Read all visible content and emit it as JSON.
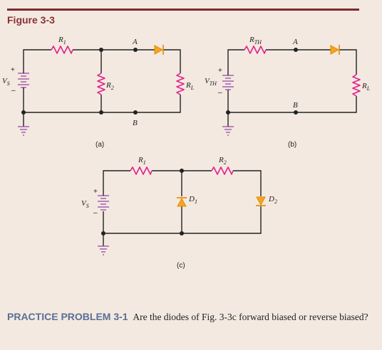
{
  "figure": {
    "title": "Figure 3-3"
  },
  "circuit_a": {
    "caption": "(a)",
    "source_label": "V",
    "source_sub": "S",
    "r1_label": "R",
    "r1_sub": "1",
    "r2_label": "R",
    "r2_sub": "2",
    "rl_label": "R",
    "rl_sub": "L",
    "node_a": "A",
    "node_b": "B",
    "plus": "+",
    "minus": "–"
  },
  "circuit_b": {
    "caption": "(b)",
    "source_label": "V",
    "source_sub": "TH",
    "rth_label": "R",
    "rth_sub": "TH",
    "rl_label": "R",
    "rl_sub": "L",
    "node_a": "A",
    "node_b": "B",
    "plus": "+",
    "minus": "–"
  },
  "circuit_c": {
    "caption": "(c)",
    "source_label": "V",
    "source_sub": "S",
    "r1_label": "R",
    "r1_sub": "1",
    "r2_label": "R",
    "r2_sub": "2",
    "d1_label": "D",
    "d1_sub": "1",
    "d2_label": "D",
    "d2_sub": "2",
    "plus": "+",
    "minus": "–"
  },
  "practice": {
    "heading": "PRACTICE PROBLEM 3-1",
    "text": "Are the diodes of Fig. 3-3c forward biased or reverse biased?"
  }
}
